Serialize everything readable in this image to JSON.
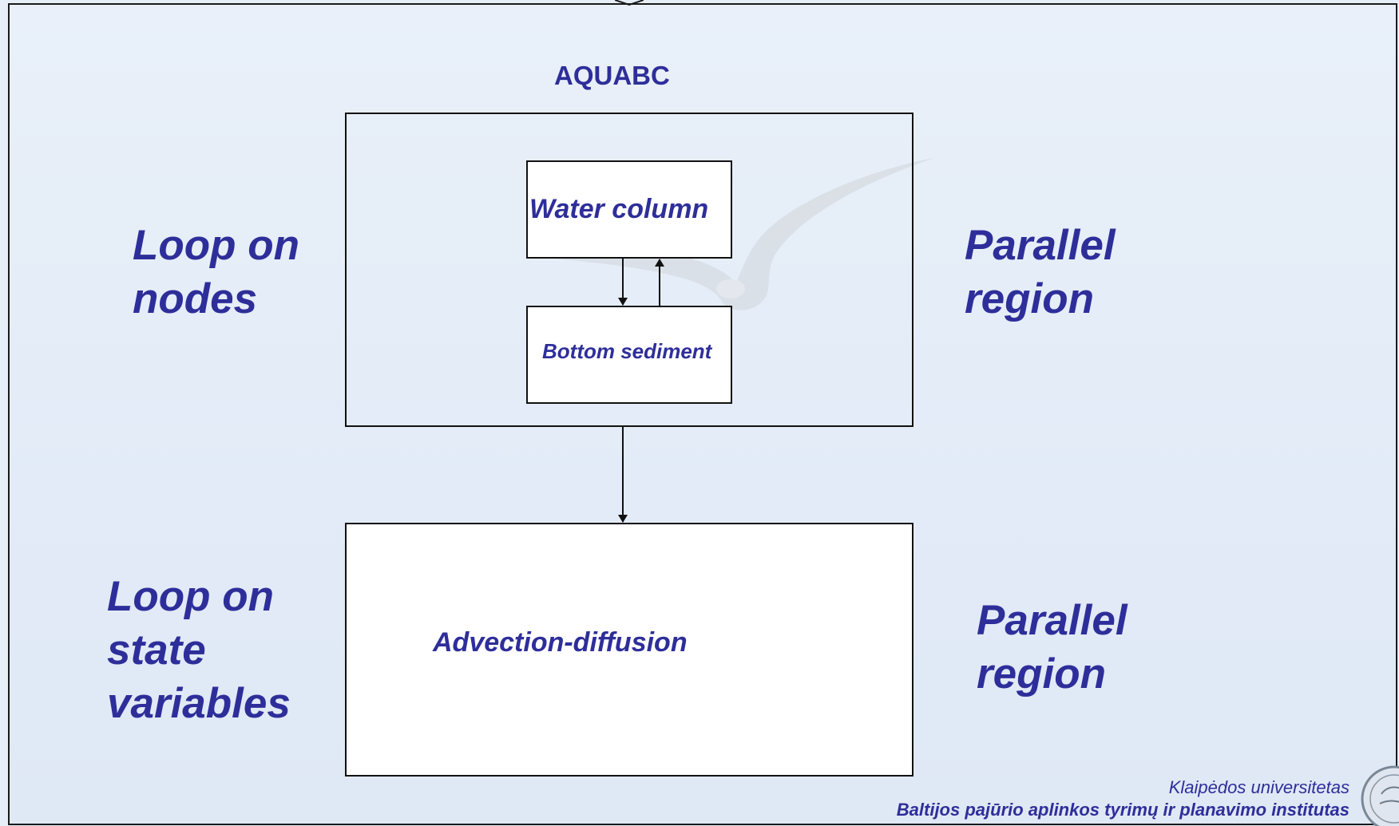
{
  "diagram": {
    "title": "AQUABC",
    "nodes": {
      "water_column": "Water column",
      "bottom_sediment": "Bottom sediment",
      "advection_diffusion": "Advection-diffusion"
    },
    "side_labels": {
      "top_left": [
        "Loop on",
        "nodes"
      ],
      "top_right": [
        "Parallel",
        "region"
      ],
      "bottom_left": [
        "Loop on",
        "state",
        "variables"
      ],
      "bottom_right": [
        "Parallel",
        "region"
      ]
    }
  },
  "footer": {
    "university": "Klaipėdos universitetas",
    "institute": "Baltijos pajūrio aplinkos tyrimų ir planavimo institutas"
  },
  "colors": {
    "text_accent": "#2e2e9a",
    "background": "#e6eef8",
    "box_fill": "#ffffff",
    "line": "#111111"
  },
  "icons": {
    "background_image": "seagull-icon",
    "logo": "university-seal-icon"
  }
}
